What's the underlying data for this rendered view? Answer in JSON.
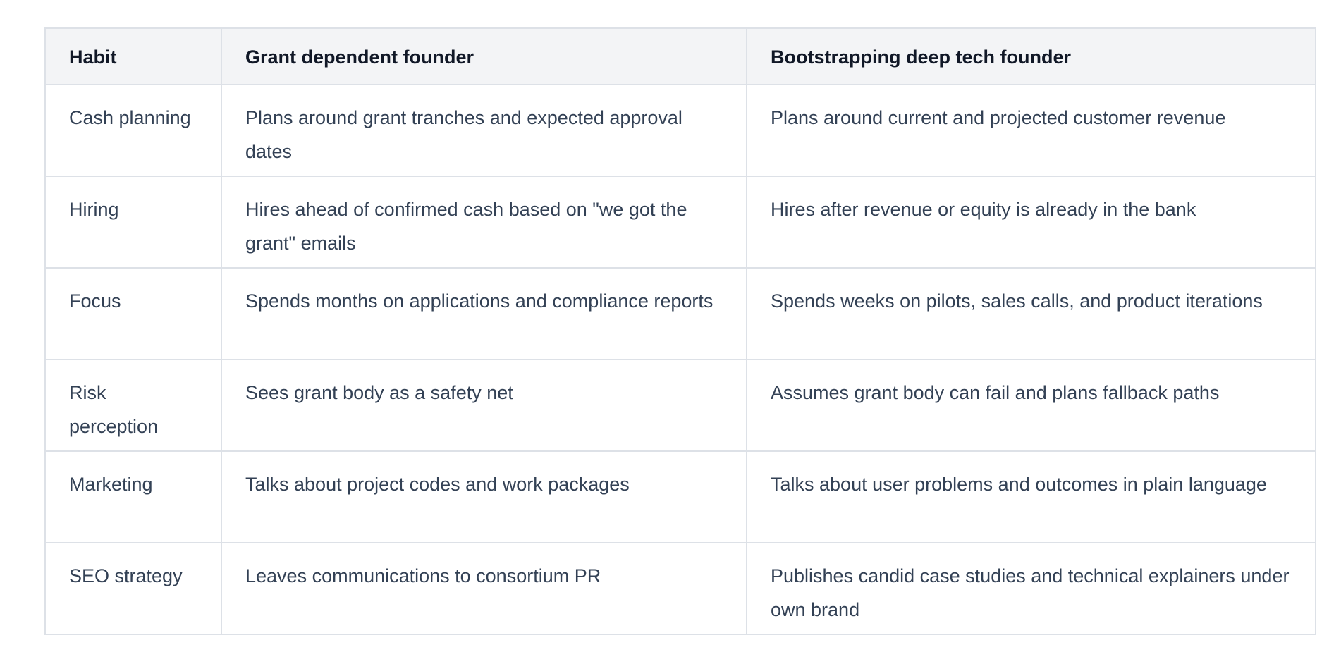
{
  "table": {
    "headers": [
      "Habit",
      "Grant dependent founder",
      "Bootstrapping deep tech founder"
    ],
    "rows": [
      [
        "Cash planning",
        "Plans around grant tranches and expected approval dates",
        "Plans around current and projected customer revenue"
      ],
      [
        "Hiring",
        "Hires ahead of confirmed cash based on \"we got the grant\" emails",
        "Hires after revenue or equity is already in the bank"
      ],
      [
        "Focus",
        "Spends months on applications and compliance reports",
        "Spends weeks on pilots, sales calls, and product iterations"
      ],
      [
        "Risk perception",
        "Sees grant body as a safety net",
        "Assumes grant body can fail and plans fallback paths"
      ],
      [
        "Marketing",
        "Talks about project codes and work packages",
        "Talks about user problems and outcomes in plain language"
      ],
      [
        "SEO strategy",
        "Leaves communications to consortium PR",
        "Publishes candid case studies and technical explainers under own brand"
      ]
    ]
  },
  "colors": {
    "header_bg": "#f3f4f6",
    "border": "#dde1e7",
    "header_text": "#111827",
    "body_text": "#334155"
  }
}
